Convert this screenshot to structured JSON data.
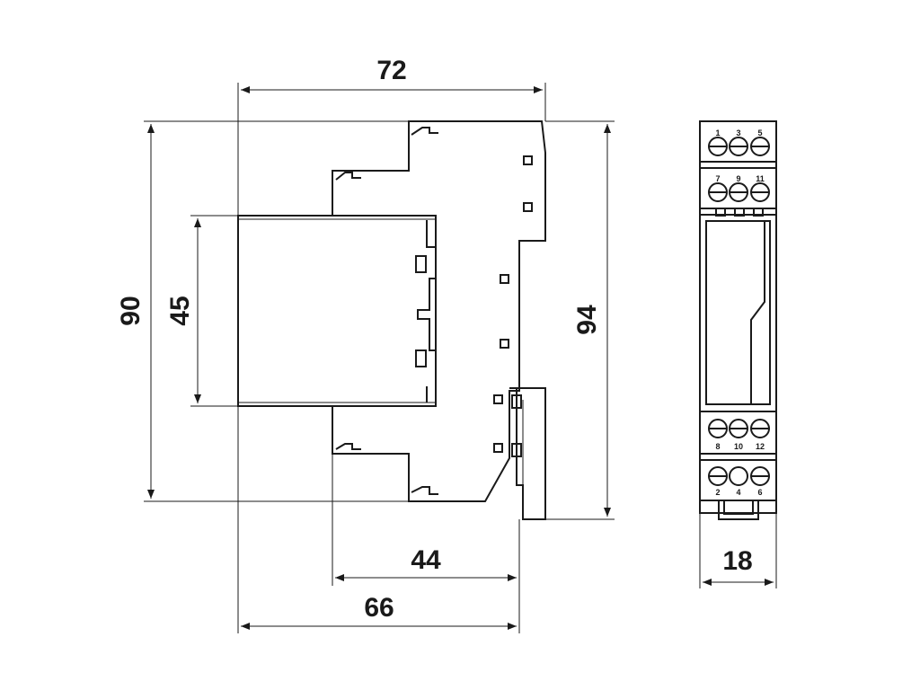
{
  "dimensions": {
    "top_width": "72",
    "overall_height": "90",
    "front_height": "45",
    "rail_height": "94",
    "depth_inner": "44",
    "depth_outer": "66",
    "module_width": "18"
  },
  "terminals": {
    "top_row1": [
      "1",
      "3",
      "5"
    ],
    "top_row2": [
      "7",
      "9",
      "11"
    ],
    "bottom_row1": [
      "8",
      "10",
      "12"
    ],
    "bottom_row2": [
      "2",
      "4",
      "6"
    ]
  }
}
